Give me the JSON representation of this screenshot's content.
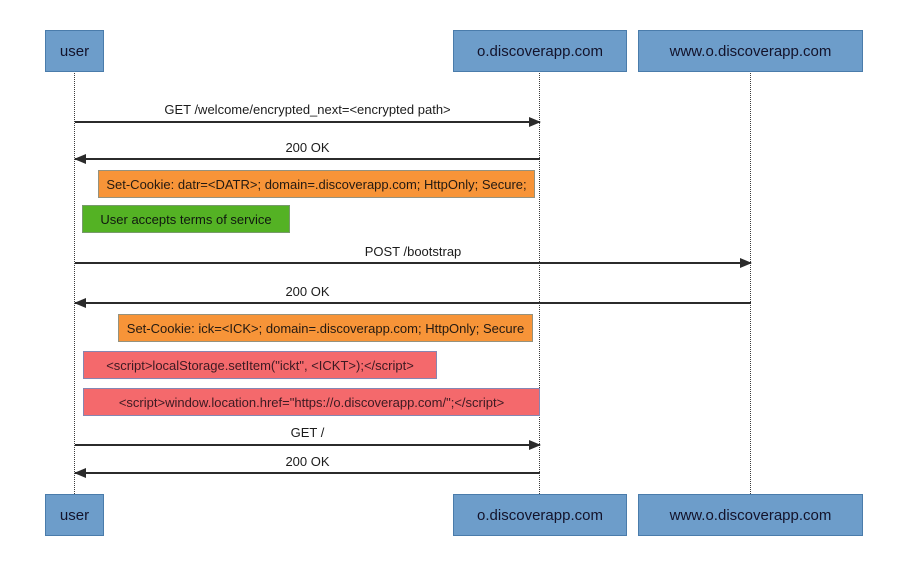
{
  "diagram": {
    "type": "sequence-diagram",
    "actors": [
      {
        "id": "user",
        "label": "user"
      },
      {
        "id": "o-discoverapp",
        "label": "o.discoverapp.com"
      },
      {
        "id": "www-o-discoverapp",
        "label": "www.o.discoverapp.com"
      }
    ],
    "messages": [
      {
        "from": "user",
        "to": "o.discoverapp.com",
        "label": "GET /welcome/encrypted_next=<encrypted path>"
      },
      {
        "from": "o.discoverapp.com",
        "to": "user",
        "label": "200 OK"
      },
      {
        "from": "user",
        "to": "www.o.discoverapp.com",
        "label": "POST /bootstrap"
      },
      {
        "from": "www.o.discoverapp.com",
        "to": "user",
        "label": "200 OK"
      },
      {
        "from": "user",
        "to": "o.discoverapp.com",
        "label": "GET /"
      },
      {
        "from": "o.discoverapp.com",
        "to": "user",
        "label": "200 OK"
      }
    ],
    "notes": [
      {
        "type": "cookie",
        "label": "Set-Cookie: datr=<DATR>; domain=.discoverapp.com; HttpOnly; Secure;"
      },
      {
        "type": "action",
        "label": "User accepts terms of service"
      },
      {
        "type": "cookie",
        "label": "Set-Cookie: ick=<ICK>; domain=.discoverapp.com; HttpOnly; Secure"
      },
      {
        "type": "script",
        "label": "<script>localStorage.setItem(\"ickt\", <ICKT>);</script>"
      },
      {
        "type": "script",
        "label": "<script>window.location.href=\"https://o.discoverapp.com/\";</script>"
      }
    ],
    "colors": {
      "actor_fill": "#6d9dca",
      "actor_border": "#4a7cab",
      "note_orange": "#f79438",
      "note_orange_border": "#95927e",
      "note_green": "#54b224",
      "note_green_border": "#789a6c",
      "note_pink": "#f4696c",
      "note_pink_border": "#8686b2",
      "line": "#2b2b2b",
      "text": "#1c1c1c"
    }
  }
}
